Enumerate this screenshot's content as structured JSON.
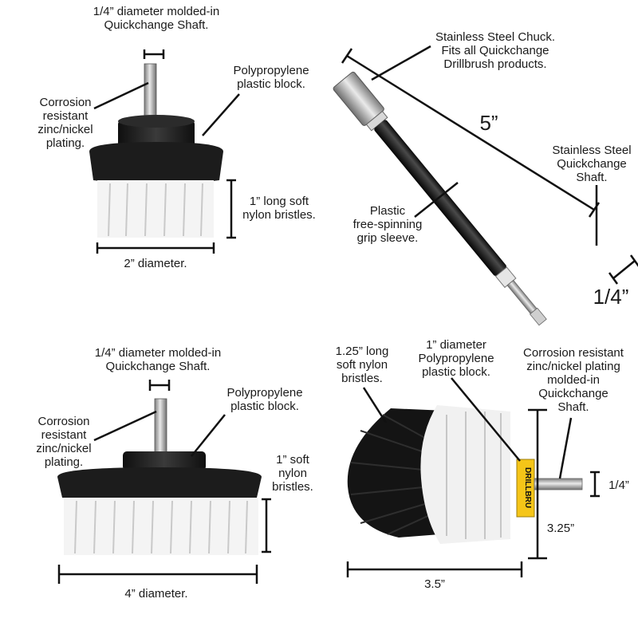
{
  "products": {
    "small_brush": {
      "shaft_label": "1/4” diameter molded-in\nQuickchange Shaft.",
      "block_label": "Polypropylene\nplastic block.",
      "plating_label": "Corrosion\nresistant\nzinc/nickel\nplating.",
      "bristle_label": "1” long soft\nnylon bristles.",
      "diameter_label": "2” diameter."
    },
    "extension": {
      "chuck_label": "Stainless Steel Chuck.\nFits all Quickchange\nDrillbrush products.",
      "length_label": "5”",
      "shaft_label": "Stainless Steel\nQuickchange\nShaft.",
      "grip_label": "Plastic\nfree-spinning\ngrip sleeve.",
      "shaft_size_label": "1/4”"
    },
    "large_brush": {
      "shaft_label": "1/4” diameter molded-in\nQuickchange Shaft.",
      "plating_label": "Corrosion\nresistant\nzinc/nickel\nplating.",
      "block_label": "Polypropylene\nplastic block.",
      "bristle_label": "1” soft\nnylon\nbristles.",
      "diameter_label": "4” diameter."
    },
    "cone_brush": {
      "bristle_label": "1.25” long\nsoft nylon\nbristles.",
      "block_label": "1” diameter\nPolypropylene\nplastic block.",
      "plating_label": "Corrosion resistant\nzinc/nickel plating\nmolded-in\nQuickchange\nShaft.",
      "shaft_size_label": "1/4”",
      "height_label": "3.25”",
      "width_label": "3.5”",
      "block_print": "DRILLBRU"
    }
  },
  "colors": {
    "brush_body": "#1c1c1c",
    "bristle_white": "#f4f4f4",
    "bristle_shade": "#c9c9c9",
    "metal": "#a9a9a9",
    "label_yellow": "#f5c518"
  }
}
